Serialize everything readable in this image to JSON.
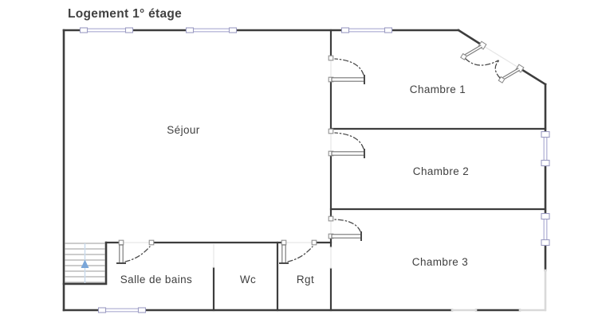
{
  "title": "Logement 1° étage",
  "rooms": [
    {
      "name": "Séjour"
    },
    {
      "name": "Chambre 1"
    },
    {
      "name": "Chambre 2"
    },
    {
      "name": "Chambre 3"
    },
    {
      "name": "Salle de bains"
    },
    {
      "name": "Wc"
    },
    {
      "name": "Rgt"
    }
  ],
  "stairs": {
    "direction": "up"
  },
  "colors": {
    "wall": "#3d3d3d",
    "window": "#b9b9da",
    "door_swing": "#4a4a4a",
    "stairs_arrow": "#7aa6d8",
    "text": "#3f3f3f",
    "background": "#ffffff"
  }
}
